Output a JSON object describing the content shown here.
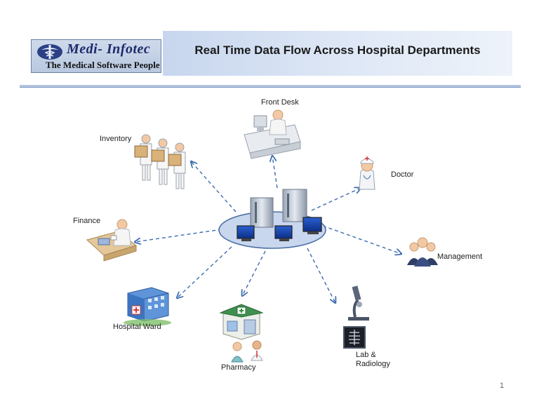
{
  "title": "Real Time Data Flow Across Hospital Departments",
  "logo": {
    "name": "Medi- Infotec",
    "tagline": "The Medical Software People"
  },
  "hub": {
    "icon": "server-network-icon"
  },
  "departments": [
    {
      "id": "front-desk",
      "label": "Front Desk",
      "icon": "receptionist-desk-icon"
    },
    {
      "id": "inventory",
      "label": "Inventory",
      "icon": "boxes-carriers-icon"
    },
    {
      "id": "doctor",
      "label": "Doctor",
      "icon": "doctor-icon"
    },
    {
      "id": "finance",
      "label": "Finance",
      "icon": "accountant-desk-icon"
    },
    {
      "id": "management",
      "label": "Management",
      "icon": "business-team-icon"
    },
    {
      "id": "hospital-ward",
      "label": "Hospital Ward",
      "icon": "hospital-building-icon"
    },
    {
      "id": "pharmacy",
      "label": "Pharmacy",
      "icon": "pharmacy-store-icon"
    },
    {
      "id": "lab-radiology",
      "label": "Lab &\nRadiology",
      "icon": "microscope-xray-icon"
    }
  ],
  "page_number": "1",
  "colors": {
    "arrow": "#3d6cb0",
    "hub_fill": "#c8d6ee",
    "hub_stroke": "#4a6fa5",
    "header_band": "#c7d6ee",
    "logo_text": "#1d2a6a"
  }
}
